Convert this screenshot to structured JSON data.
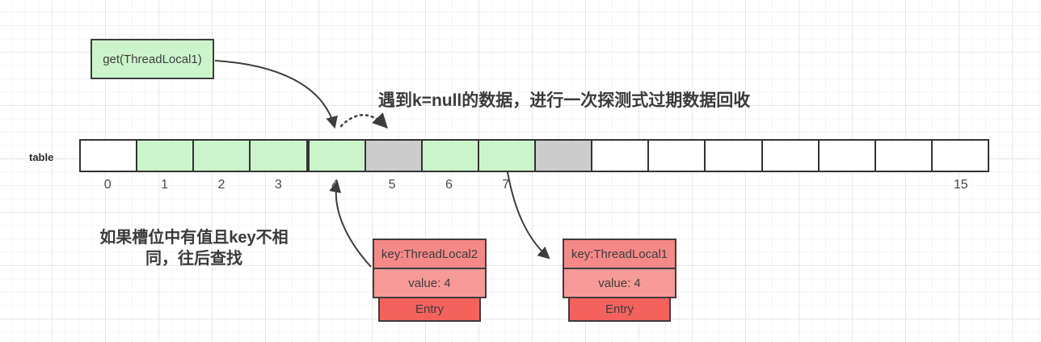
{
  "get_box": {
    "label": "get(ThreadLocal1)"
  },
  "notes": {
    "probe": "遇到k=null的数据，进行一次探测式过期数据回收",
    "search_line1": "如果槽位中有值且key不相",
    "search_line2": "同，往后查找"
  },
  "table": {
    "label": "table",
    "cells": [
      {
        "index": "0",
        "state": "empty",
        "thick_left": false
      },
      {
        "index": "1",
        "state": "occupied",
        "thick_left": false
      },
      {
        "index": "2",
        "state": "occupied",
        "thick_left": false
      },
      {
        "index": "3",
        "state": "occupied",
        "thick_left": false
      },
      {
        "index": "4",
        "state": "occupied",
        "thick_left": true
      },
      {
        "index": "5",
        "state": "stale",
        "thick_left": false
      },
      {
        "index": "6",
        "state": "occupied",
        "thick_left": false
      },
      {
        "index": "7",
        "state": "occupied",
        "thick_left": false
      },
      {
        "index": "",
        "state": "stale",
        "thick_left": false
      },
      {
        "index": "",
        "state": "empty",
        "thick_left": false
      },
      {
        "index": "",
        "state": "empty",
        "thick_left": false
      },
      {
        "index": "",
        "state": "empty",
        "thick_left": false
      },
      {
        "index": "",
        "state": "empty",
        "thick_left": false
      },
      {
        "index": "",
        "state": "empty",
        "thick_left": false
      },
      {
        "index": "",
        "state": "empty",
        "thick_left": false
      },
      {
        "index": "15",
        "state": "empty",
        "thick_left": false
      }
    ]
  },
  "entries": [
    {
      "key": "key:ThreadLocal2",
      "value": "value: 4",
      "tag": "Entry"
    },
    {
      "key": "key:ThreadLocal1",
      "value": "value: 4",
      "tag": "Entry"
    }
  ],
  "colors": {
    "occupied": "#ccf4cb",
    "stale": "#cccccc",
    "empty": "#ffffff",
    "entry_key": "#f58987",
    "entry_value": "#f79a97",
    "entry_tag": "#f5625e",
    "stroke": "#3d3d3d"
  }
}
